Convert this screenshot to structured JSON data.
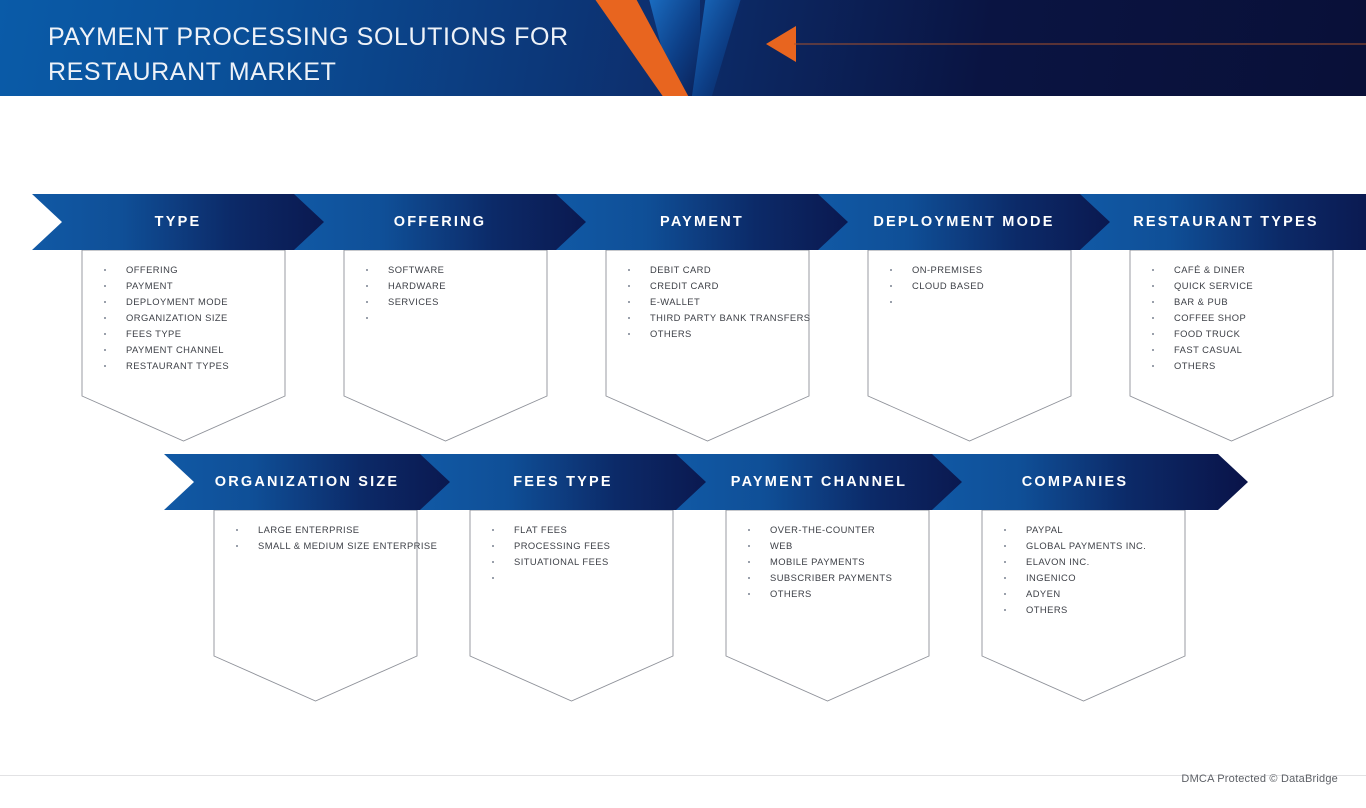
{
  "header": {
    "title": "PAYMENT PROCESSING SOLUTIONS FOR RESTAURANT MARKET",
    "accent_orange": "#e8651f",
    "blue_left": "#0a5ba8",
    "navy_right": "#091038"
  },
  "stages_row1": [
    {
      "label": "TYPE",
      "items": [
        "OFFERING",
        "PAYMENT",
        "DEPLOYMENT MODE",
        "ORGANIZATION SIZE",
        "FEES TYPE",
        "PAYMENT CHANNEL",
        "RESTAURANT TYPES"
      ],
      "empty_bullets": 0
    },
    {
      "label": "OFFERING",
      "items": [
        "SOFTWARE",
        "HARDWARE",
        "SERVICES"
      ],
      "empty_bullets": 1
    },
    {
      "label": "PAYMENT",
      "items": [
        "DEBIT CARD",
        "CREDIT CARD",
        "E-WALLET",
        "THIRD PARTY BANK TRANSFERS",
        "OTHERS"
      ],
      "empty_bullets": 0
    },
    {
      "label": "DEPLOYMENT MODE",
      "items": [
        "ON-PREMISES",
        "CLOUD BASED"
      ],
      "empty_bullets": 1
    },
    {
      "label": "RESTAURANT TYPES",
      "items": [
        "CAFÉ & DINER",
        "QUICK SERVICE",
        "BAR & PUB",
        "COFFEE SHOP",
        "FOOD TRUCK",
        "FAST CASUAL",
        "OTHERS"
      ],
      "empty_bullets": 0
    }
  ],
  "stages_row2": [
    {
      "label": "ORGANIZATION SIZE",
      "items": [
        "LARGE ENTERPRISE",
        "SMALL & MEDIUM SIZE ENTERPRISE"
      ],
      "empty_bullets": 0
    },
    {
      "label": "FEES TYPE",
      "items": [
        "FLAT FEES",
        "PROCESSING FEES",
        "SITUATIONAL FEES"
      ],
      "empty_bullets": 1
    },
    {
      "label": "PAYMENT CHANNEL",
      "items": [
        "OVER-THE-COUNTER",
        "WEB",
        "MOBILE PAYMENTS",
        "SUBSCRIBER PAYMENTS",
        "OTHERS"
      ],
      "empty_bullets": 0
    },
    {
      "label": "COMPANIES",
      "items": [
        "PAYPAL",
        "GLOBAL PAYMENTS INC.",
        "ELAVON INC.",
        "INGENICO",
        "ADYEN",
        "OTHERS"
      ],
      "empty_bullets": 0
    }
  ],
  "footer": {
    "text": "DMCA Protected © DataBridge"
  }
}
